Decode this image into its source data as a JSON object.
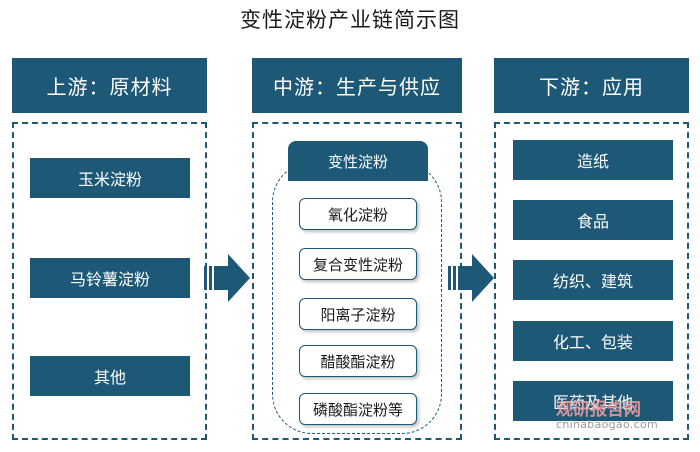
{
  "title": "变性淀粉产业链简示图",
  "columns": {
    "upstream": {
      "header": "上游：原材料",
      "items": [
        "玉米淀粉",
        "马铃薯淀粉",
        "其他"
      ]
    },
    "midstream": {
      "header": "中游：生产与供应",
      "box_title": "变性淀粉",
      "items": [
        "氧化淀粉",
        "复合变性淀粉",
        "阳离子淀粉",
        "醋酸酯淀粉",
        "磷酸酯淀粉等"
      ]
    },
    "downstream": {
      "header": "下游：应用",
      "items": [
        "造纸",
        "食品",
        "纺织、建筑",
        "化工、包装",
        "医药及其他"
      ]
    }
  },
  "watermark": {
    "name": "观研报告网",
    "url": "chinabaogao.com"
  },
  "colors": {
    "primary": "#1d5876",
    "watermark": "#f5a0a0"
  }
}
